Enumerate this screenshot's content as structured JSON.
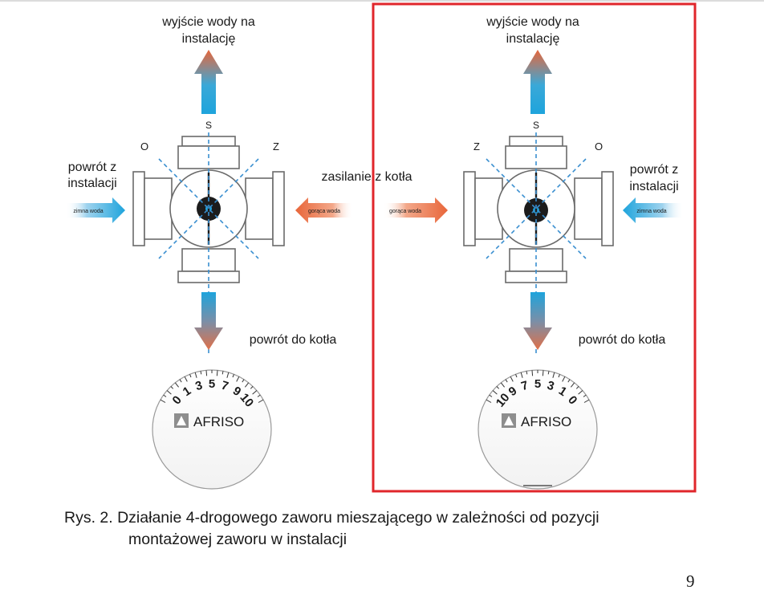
{
  "figure": {
    "left_diagram": {
      "outlet_label_line1": "wyjście wody na",
      "outlet_label_line2": "instalację",
      "return_from_install_line1": "powrót z",
      "return_from_install_line2": "instalacji",
      "return_to_boiler": "powrót do kotła",
      "cold_water_tag": "zimna woda",
      "hot_water_tag": "gorąca woda",
      "port_s": "S",
      "port_o": "O",
      "port_z": "Z",
      "dial_scale": [
        "0",
        "1",
        "3",
        "5",
        "7",
        "9",
        "10"
      ],
      "brand": "AFRISO"
    },
    "center_label": "zasilanie z kotła",
    "right_diagram": {
      "outlet_label_line1": "wyjście wody na",
      "outlet_label_line2": "instalację",
      "return_from_install_line1": "powrót z",
      "return_from_install_line2": "instalacji",
      "return_to_boiler": "powrót do kotła",
      "cold_water_tag": "zimna woda",
      "hot_water_tag": "gorąca woda",
      "port_s": "S",
      "port_o": "O",
      "port_z": "Z",
      "dial_scale": [
        "10",
        "9",
        "7",
        "5",
        "3",
        "1",
        "0"
      ],
      "brand": "AFRISO"
    },
    "colors": {
      "highlight_box": "#e0262b",
      "hot": "#e8663a",
      "cold": "#1ea4dc",
      "dash": "#3a8fd0",
      "valve_stroke": "#6a6a6a"
    }
  },
  "caption": {
    "line1": "Rys. 2. Działanie 4-drogowego zaworu mieszającego w zależności od pozycji",
    "line2": "montażowej zaworu w instalacji"
  },
  "page_number": "9"
}
